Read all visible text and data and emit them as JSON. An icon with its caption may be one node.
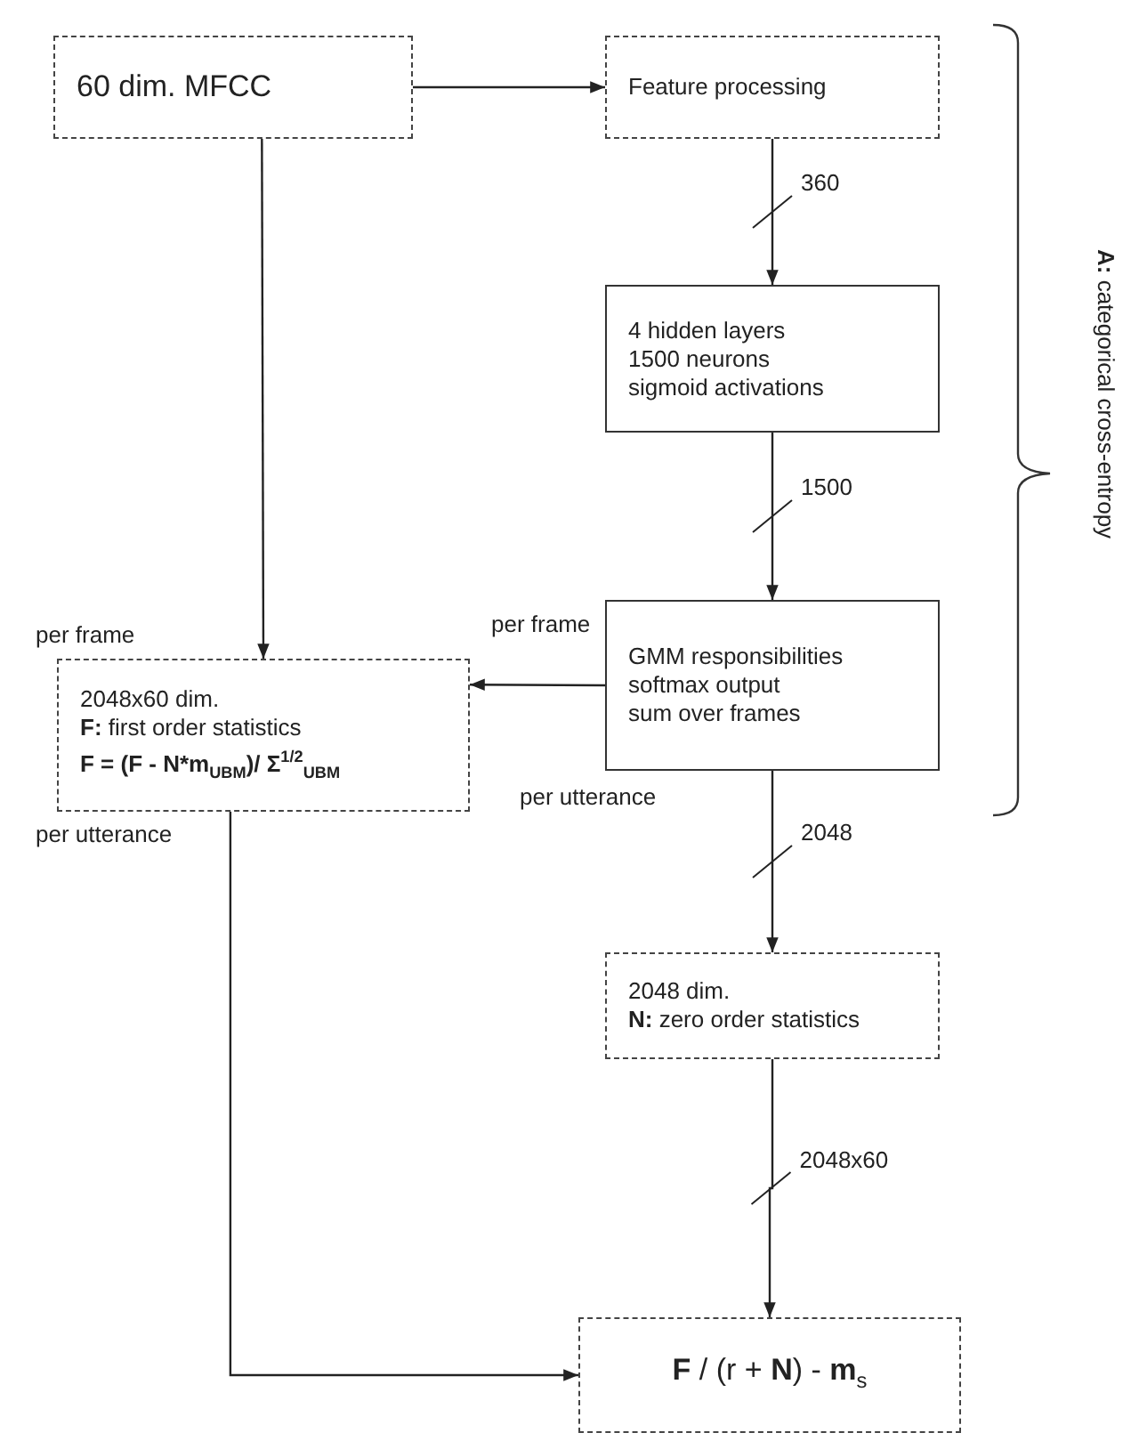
{
  "diagram": {
    "nodes": [
      {
        "text": [
          "60 dim. MFCC"
        ]
      },
      {
        "text": [
          "Feature processing"
        ]
      },
      {
        "text": [
          "4 hidden layers",
          "1500 neurons",
          "sigmoid activations"
        ]
      },
      {
        "text": [
          "GMM responsibilities",
          "softmax output",
          "sum over frames"
        ],
        "beside": [
          "per frame",
          "per utterance"
        ]
      },
      {
        "text": [
          "2048x60 dim.",
          "**F:** first order statistics",
          "F = (F - N*m$_{UBM}$)/ Σ$^{1/2}$$_{UBM}$"
        ],
        "beside": [
          "per frame",
          "per utterance"
        ]
      },
      {
        "text": [
          "2048 dim.",
          "**N:** zero order statistics"
        ]
      },
      {
        "text": [
          "**F** / (r + **N**) - **m**$_{s}$"
        ]
      }
    ],
    "edges": [
      {
        "from": 0,
        "to": 1,
        "arrow": "to"
      },
      {
        "from": 1,
        "to": 2,
        "arrow": "to",
        "label": "360"
      },
      {
        "from": 2,
        "to": 3,
        "arrow": "to",
        "label": "1500"
      },
      {
        "from": 3,
        "to": 4,
        "arrow": "to"
      },
      {
        "from": 0,
        "to": 4,
        "arrow": "to"
      },
      {
        "from": 3,
        "to": 5,
        "arrow": "to",
        "label": "2048"
      },
      {
        "from": 5,
        "to": 6,
        "arrow": "to",
        "label": "2048x60"
      },
      {
        "from": 4,
        "to": 6,
        "arrow": "to"
      }
    ],
    "labels": [
      "**A:** categorical cross-entropy"
    ]
  }
}
